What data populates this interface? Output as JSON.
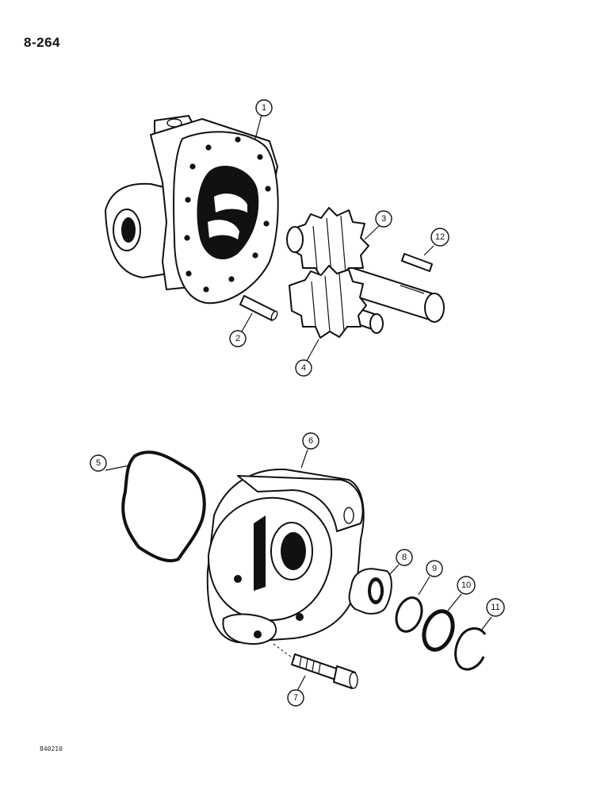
{
  "page": {
    "number": "8-264",
    "figure_code": "840210"
  },
  "callouts": [
    {
      "id": "1",
      "part": "pump-body"
    },
    {
      "id": "2",
      "part": "dowel-pin"
    },
    {
      "id": "3",
      "part": "drive-gear-shaft"
    },
    {
      "id": "4",
      "part": "driven-gear"
    },
    {
      "id": "5",
      "part": "o-ring-seal"
    },
    {
      "id": "6",
      "part": "cover"
    },
    {
      "id": "7",
      "part": "bolt"
    },
    {
      "id": "8",
      "part": "shaft-seal"
    },
    {
      "id": "9",
      "part": "washer"
    },
    {
      "id": "10",
      "part": "washer"
    },
    {
      "id": "11",
      "part": "snap-ring"
    },
    {
      "id": "12",
      "part": "key"
    }
  ]
}
